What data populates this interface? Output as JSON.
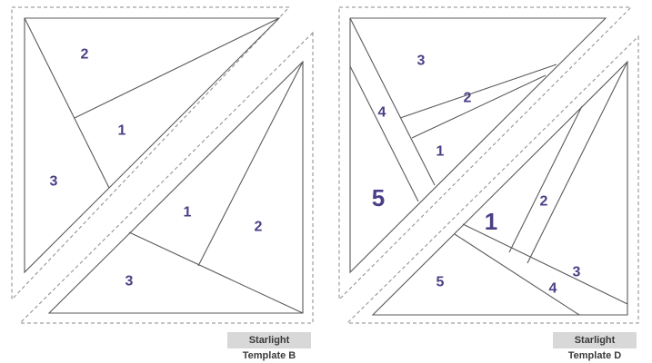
{
  "templates": [
    {
      "pattern": "Starlight",
      "name": "Template B",
      "pieces": [
        {
          "label": "2",
          "piece": "upper-triangle-top"
        },
        {
          "label": "1",
          "piece": "upper-triangle-center"
        },
        {
          "label": "3",
          "piece": "upper-triangle-left"
        },
        {
          "label": "1",
          "piece": "lower-triangle-center"
        },
        {
          "label": "2",
          "piece": "lower-triangle-right"
        },
        {
          "label": "3",
          "piece": "lower-triangle-bottom"
        }
      ]
    },
    {
      "pattern": "Starlight",
      "name": "Template D",
      "pieces": [
        {
          "label": "3",
          "piece": "upper-triangle-top"
        },
        {
          "label": "4",
          "piece": "upper-triangle-strip-left"
        },
        {
          "label": "2",
          "piece": "upper-triangle-strip-center"
        },
        {
          "label": "1",
          "piece": "upper-triangle-center"
        },
        {
          "label": "5",
          "piece": "upper-triangle-left"
        },
        {
          "label": "1",
          "piece": "lower-triangle-center"
        },
        {
          "label": "2",
          "piece": "lower-triangle-strip-right"
        },
        {
          "label": "3",
          "piece": "lower-triangle-right"
        },
        {
          "label": "4",
          "piece": "lower-triangle-strip-bottom"
        },
        {
          "label": "5",
          "piece": "lower-triangle-bottom"
        }
      ]
    }
  ]
}
